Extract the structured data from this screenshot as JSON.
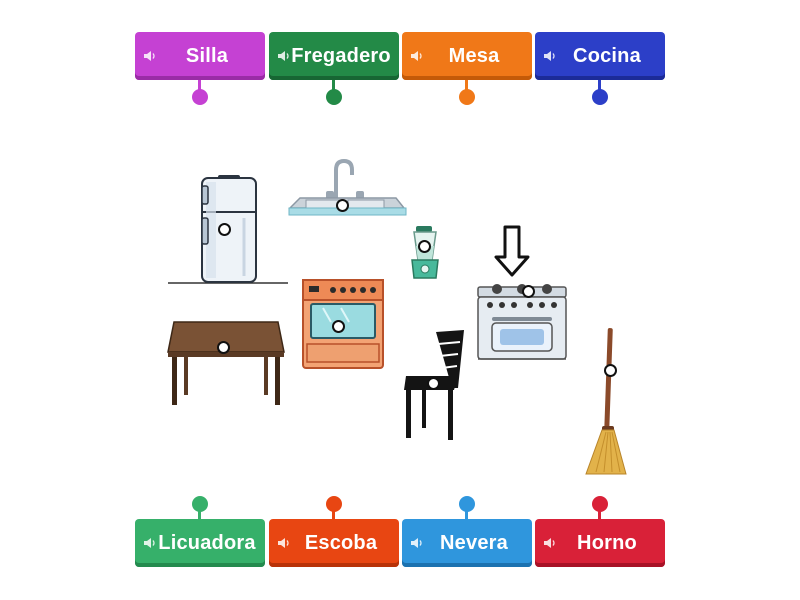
{
  "top_tiles": [
    {
      "label": "Silla",
      "color": "#c541d3",
      "shadow": "#9a2ca6"
    },
    {
      "label": "Fregadero",
      "color": "#238a47",
      "shadow": "#176633"
    },
    {
      "label": "Mesa",
      "color": "#f07818",
      "shadow": "#c45a08"
    },
    {
      "label": "Cocina",
      "color": "#2c3fc8",
      "shadow": "#1c2b98"
    }
  ],
  "bottom_tiles": [
    {
      "label": "Licuadora",
      "color": "#36b06a",
      "shadow": "#248a4e"
    },
    {
      "label": "Escoba",
      "color": "#e84612",
      "shadow": "#b83208"
    },
    {
      "label": "Nevera",
      "color": "#2f96dd",
      "shadow": "#1c72b0"
    },
    {
      "label": "Horno",
      "color": "#d92138",
      "shadow": "#a81226"
    }
  ],
  "icons": {
    "tile_audio": "speaker-icon",
    "drop_target": "hotspot-circle"
  },
  "pictures": [
    "refrigerator",
    "sink",
    "blender",
    "stove",
    "oven",
    "table",
    "chair",
    "broom",
    "arrow"
  ]
}
